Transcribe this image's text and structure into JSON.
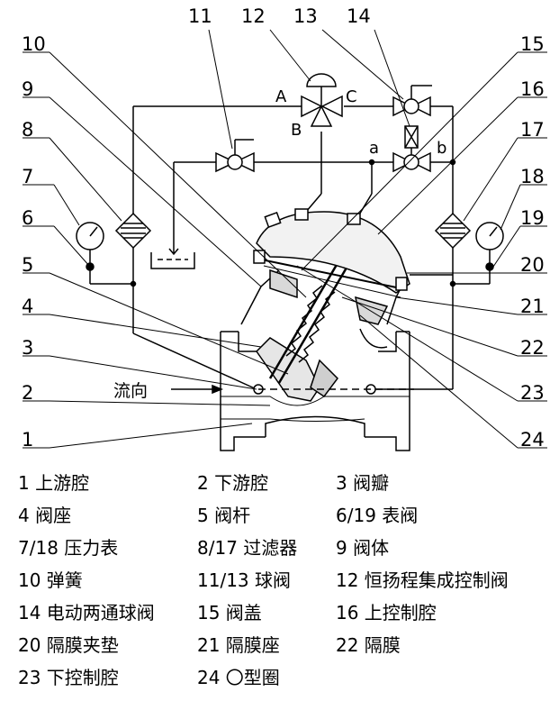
{
  "callouts": [
    {
      "id": "c1",
      "n": "1"
    },
    {
      "id": "c2",
      "n": "2"
    },
    {
      "id": "c3",
      "n": "3"
    },
    {
      "id": "c4",
      "n": "4"
    },
    {
      "id": "c5",
      "n": "5"
    },
    {
      "id": "c6",
      "n": "6"
    },
    {
      "id": "c7",
      "n": "7"
    },
    {
      "id": "c8",
      "n": "8"
    },
    {
      "id": "c9",
      "n": "9"
    },
    {
      "id": "c10",
      "n": "10"
    },
    {
      "id": "c11",
      "n": "11"
    },
    {
      "id": "c12",
      "n": "12"
    },
    {
      "id": "c13",
      "n": "13"
    },
    {
      "id": "c14",
      "n": "14"
    },
    {
      "id": "c15",
      "n": "15"
    },
    {
      "id": "c16",
      "n": "16"
    },
    {
      "id": "c17",
      "n": "17"
    },
    {
      "id": "c18",
      "n": "18"
    },
    {
      "id": "c19",
      "n": "19"
    },
    {
      "id": "c20",
      "n": "20"
    },
    {
      "id": "c21",
      "n": "21"
    },
    {
      "id": "c22",
      "n": "22"
    },
    {
      "id": "c23",
      "n": "23"
    },
    {
      "id": "c24",
      "n": "24"
    }
  ],
  "ports": {
    "A": "A",
    "B": "B",
    "C": "C",
    "a": "a",
    "b": "b"
  },
  "flow_label": "流向",
  "legend": [
    "1  上游腔",
    "2 下游腔",
    "3  阀瓣",
    "4  阀座",
    "5  阀杆",
    "6/19 表阀",
    "7/18   压力表",
    "8/17  过滤器",
    "9   阀体",
    "10  弹簧",
    "11/13   球阀",
    "12  恒扬程集成控制阀",
    "14  电动两通球阀",
    "15  阀盖",
    "16  上控制腔",
    "20 隔膜夹垫",
    "21 隔膜座",
    "22   隔膜",
    "23  下控制腔",
    "24  〇型圈"
  ]
}
